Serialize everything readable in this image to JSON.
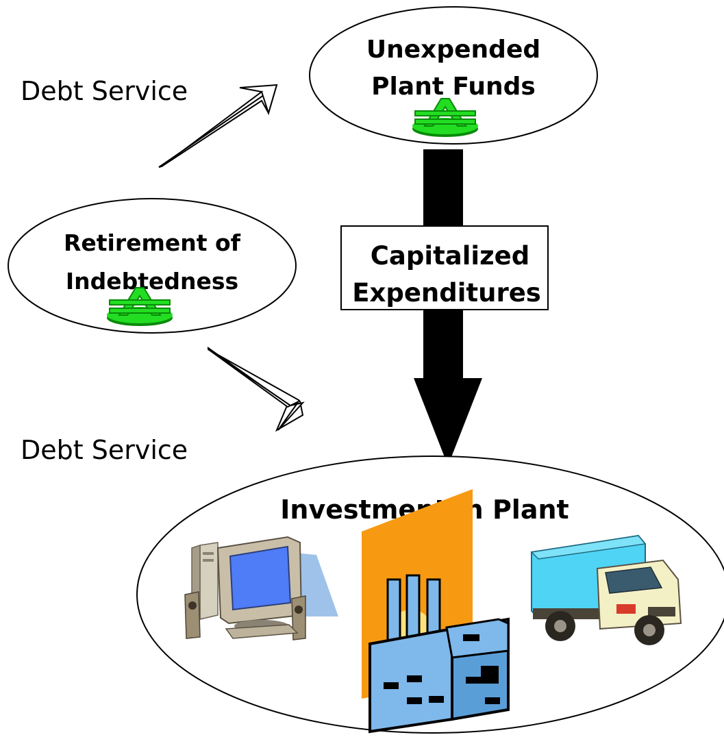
{
  "nodes": {
    "unexpended_plant_funds": {
      "line1": "Unexpended",
      "line2": "Plant Funds"
    },
    "retirement_of_indebtedness": {
      "line1": "Retirement of",
      "line2": "Indebtedness"
    },
    "investment_in_plant": {
      "title": "Investment in Plant"
    }
  },
  "flows": {
    "capitalized_expenditures": {
      "line1": "Capitalized",
      "line2": "Expenditures"
    },
    "debt_service_top": "Debt Service",
    "debt_service_bottom": "Debt Service"
  },
  "colors": {
    "money_green": "#22dd22",
    "money_dark_green": "#0a8a0a",
    "monitor_blue": "#4f7cf7",
    "truck_cargo": "#4fd4f5",
    "truck_cab": "#f4f0c6",
    "factory_sky": "#f79a12",
    "factory_body": "#7fb8ea"
  },
  "icons": [
    "money-symbol-icon",
    "computer-icon",
    "truck-icon",
    "factory-icon"
  ]
}
